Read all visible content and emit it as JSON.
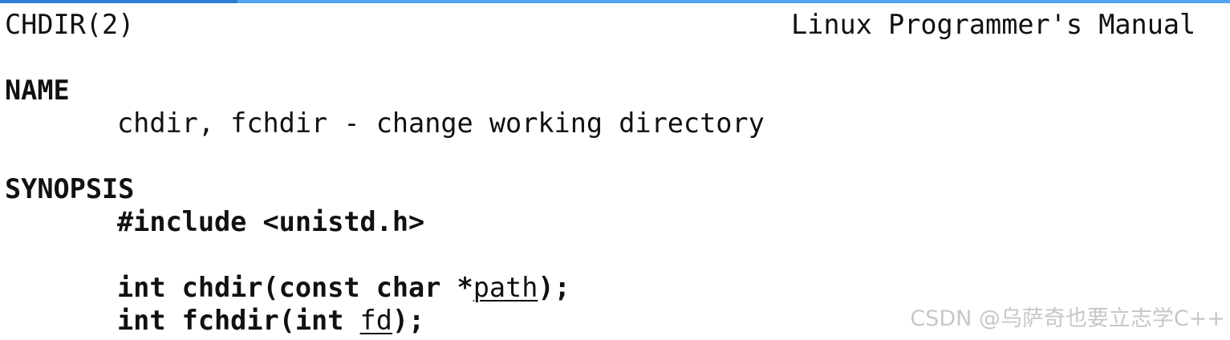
{
  "header": {
    "left": "CHDIR(2)",
    "right": "Linux Programmer's Manual"
  },
  "sections": {
    "name": {
      "heading": "NAME",
      "text": "chdir, fchdir - change working directory"
    },
    "synopsis": {
      "heading": "SYNOPSIS",
      "include": "#include <unistd.h>",
      "line1": {
        "prefix": "int chdir(const char *",
        "param": "path",
        "suffix": ");"
      },
      "line2": {
        "prefix": "int fchdir(int ",
        "param": "fd",
        "suffix": ");"
      }
    }
  },
  "watermark": "CSDN @乌萨奇也要立志学C++",
  "colors": {
    "text": "#111111",
    "scrollbar": "#53a4f0",
    "watermark": "#c7c7c7"
  }
}
